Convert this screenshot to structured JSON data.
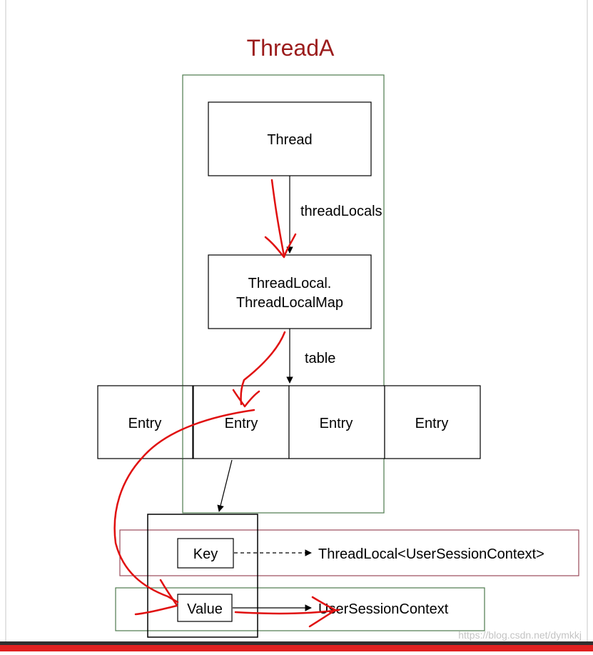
{
  "diagram": {
    "title": "ThreadA",
    "thread_label": "Thread",
    "threadlocals_label": "threadLocals",
    "map_label_line1": "ThreadLocal.",
    "map_label_line2": "ThreadLocalMap",
    "table_label": "table",
    "entries": [
      "Entry",
      "Entry",
      "Entry",
      "Entry"
    ],
    "key_label": "Key",
    "key_target": "ThreadLocal<UserSessionContext>",
    "value_label": "Value",
    "value_target": "UserSessionContext",
    "watermark": "https://blog.csdn.net/dymkkj"
  },
  "colors": {
    "title": "#9b1c1c",
    "thread_frame": "#4d7a4d",
    "key_frame": "#9a4a5a",
    "value_frame": "#4d7a4d",
    "annotation": "#e01010",
    "bottom_bar": "#e02020"
  }
}
